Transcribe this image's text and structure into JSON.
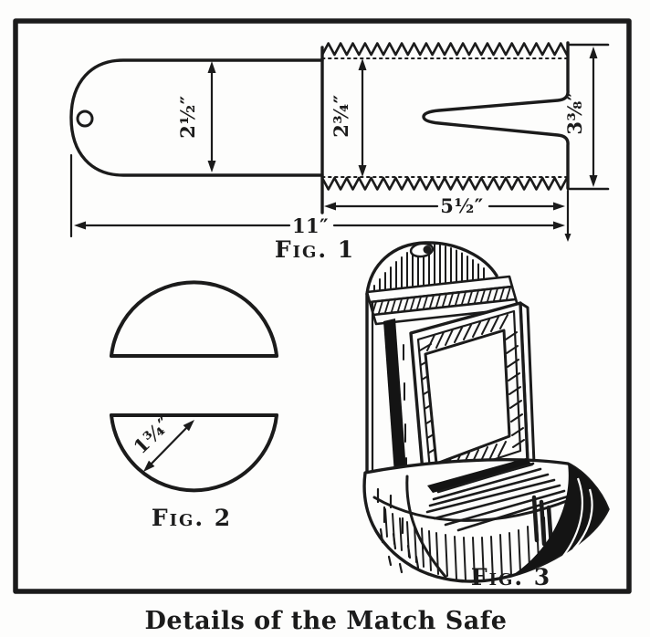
{
  "caption": "Details of the Match Safe",
  "figures": {
    "fig1": {
      "label": "Fig. 1",
      "dimensions": {
        "handle_width": "2½″",
        "striker_inner_width": "2¾″",
        "striker_outer_width": "3⅜″",
        "striker_length": "5½″",
        "overall_length": "11″"
      }
    },
    "fig2": {
      "label": "Fig. 2",
      "dimensions": {
        "cap_radius": "1¾″"
      }
    },
    "fig3": {
      "label": "Fig. 3"
    }
  }
}
